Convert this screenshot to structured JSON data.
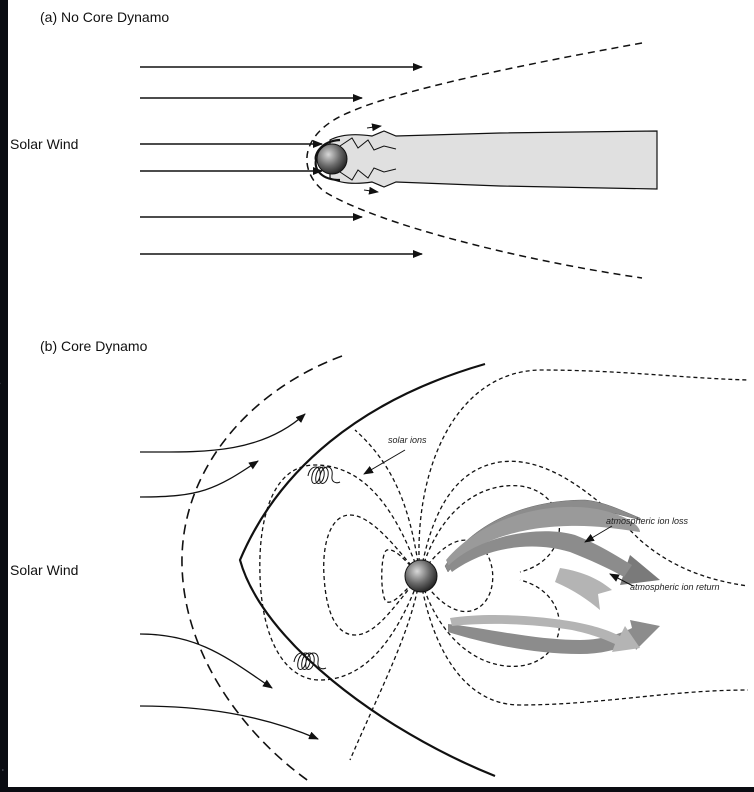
{
  "panel_a": {
    "title": "(a) No Core Dynamo",
    "wind_label": "Solar Wind"
  },
  "panel_b": {
    "title": "(b) Core Dynamo",
    "wind_label": "Solar Wind",
    "annotations": {
      "solar_ions": "solar ions",
      "ion_loss": "atmospheric ion loss",
      "ion_return": "atmospheric ion return"
    }
  },
  "colors": {
    "background": "#0a0c12",
    "panel": "#ffffff",
    "ink": "#111111",
    "tail_fill": "#e0e0e0",
    "loss_arrow": "#8c8c8c",
    "return_arrow": "#b4b4b4"
  }
}
